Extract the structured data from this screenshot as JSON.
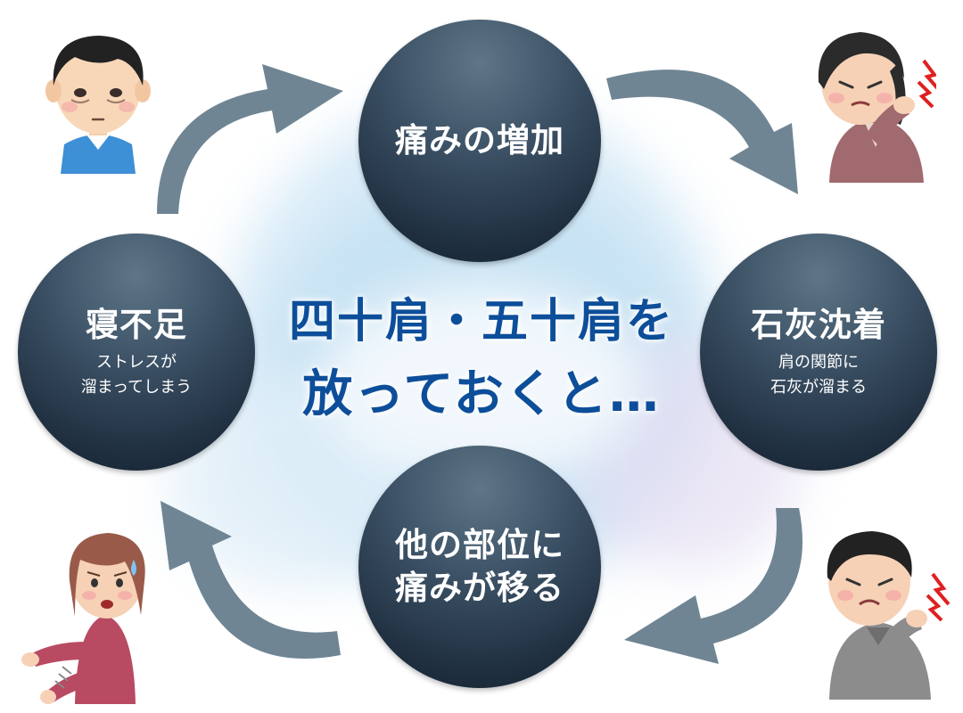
{
  "center": {
    "line1": "四十肩・五十肩を",
    "line2": "放っておくと…"
  },
  "nodes": {
    "pain_increase": {
      "title": "痛みの増加"
    },
    "calcification": {
      "title": "石灰沈着",
      "sub1": "肩の関節に",
      "sub2": "石灰が溜まる"
    },
    "spread": {
      "title1": "他の部位に",
      "title2": "痛みが移る"
    },
    "sleep": {
      "title": "寝不足",
      "sub1": "ストレスが",
      "sub2": "溜まってしまう"
    }
  },
  "colors": {
    "node_dark": "#1f2f40",
    "node_light": "#5e7688",
    "arrow": "#6f8594",
    "center_text": "#0d4e9a",
    "background_cloud": "#cfe6f5"
  },
  "illustrations": {
    "top_left": "tired-man-icon",
    "top_right": "shoulder-pain-woman-icon",
    "bottom_right": "shoulder-pain-man-icon",
    "bottom_left": "sick-woman-icon"
  }
}
